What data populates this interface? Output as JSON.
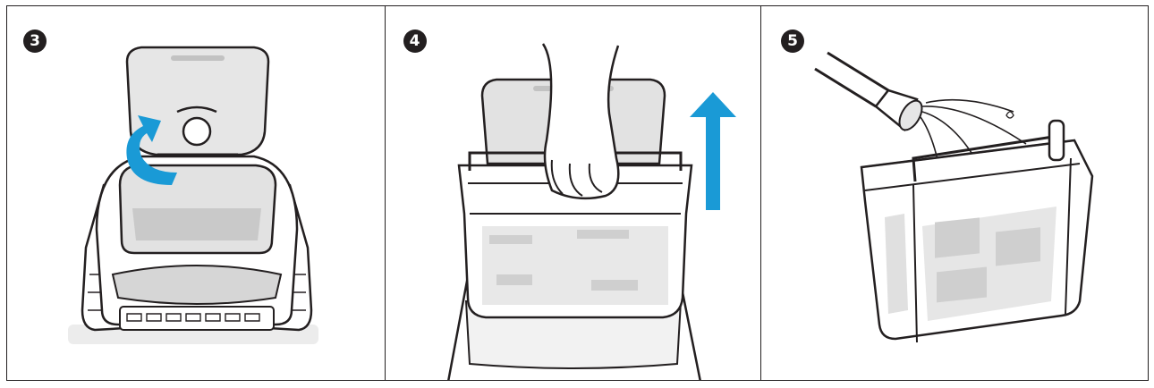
{
  "steps": [
    {
      "number": "3",
      "description_icon": "open-lid-arrow-icon"
    },
    {
      "number": "4",
      "description_icon": "lift-up-arrow-icon"
    },
    {
      "number": "5",
      "description_icon": "rinse-hose-icon"
    }
  ],
  "colors": {
    "stroke": "#231f20",
    "grey_light": "#e6e6e6",
    "grey_mid": "#d0d0d0",
    "accent_blue": "#1a9ad6"
  }
}
